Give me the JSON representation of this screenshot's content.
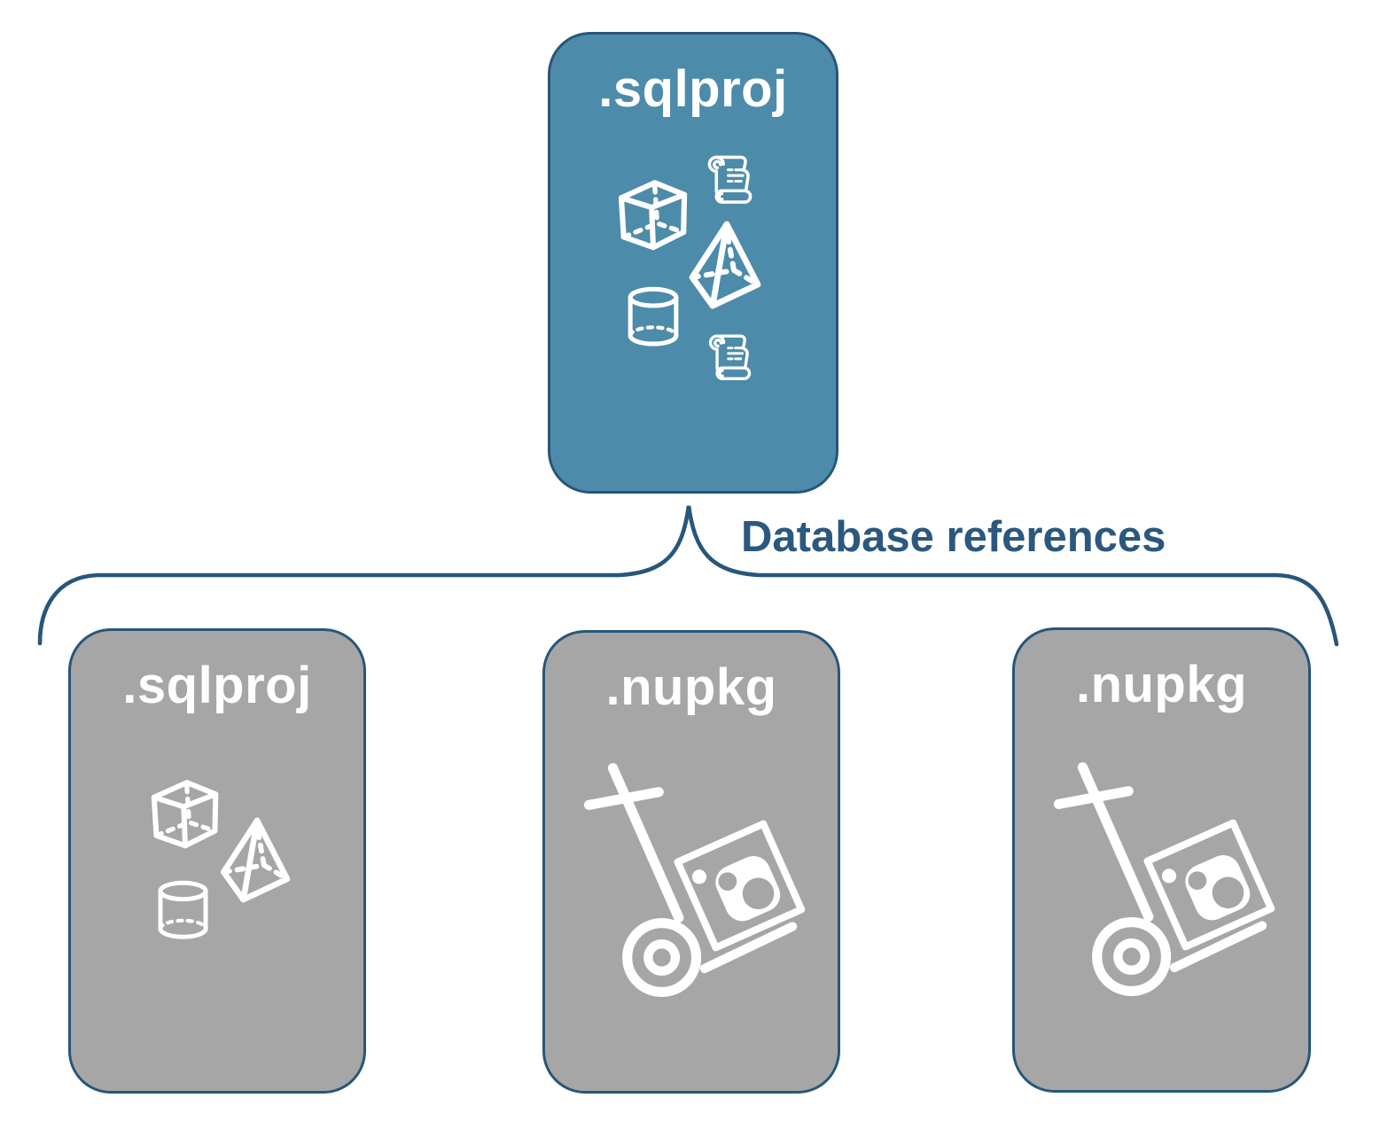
{
  "diagram": {
    "root_node": {
      "label": ".sqlproj",
      "fill": "#4D8BAA",
      "icons": [
        "cube-icon",
        "scroll-icon",
        "pyramid-icon",
        "cylinder-icon",
        "scroll-icon"
      ]
    },
    "edge_label": "Database references",
    "child_nodes": [
      {
        "label": ".sqlproj",
        "fill": "#A6A6A6",
        "icons": [
          "cube-icon",
          "pyramid-icon",
          "cylinder-icon"
        ]
      },
      {
        "label": ".nupkg",
        "fill": "#A6A6A6",
        "icons": [
          "package-handtruck-icon"
        ]
      },
      {
        "label": ".nupkg",
        "fill": "#A6A6A6",
        "icons": [
          "package-handtruck-icon"
        ]
      }
    ],
    "colors": {
      "outline": "#27567A",
      "edge_label_text": "#2B587F",
      "icon": "#FFFFFF"
    }
  }
}
